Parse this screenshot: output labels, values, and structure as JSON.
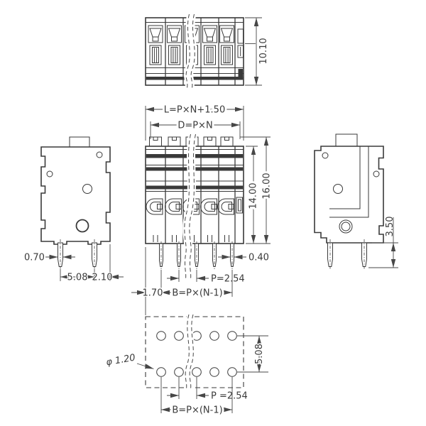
{
  "drawing": {
    "colors": {
      "line": "#3a3a3a",
      "background": "#ffffff"
    },
    "views": {
      "top": {
        "dims": {
          "height": "10.10"
        }
      },
      "front": {
        "dims": {
          "overall_length": "L=P×N+1.50",
          "contact_length": "D=P×N",
          "body_height": "14.00",
          "total_height": "16.00",
          "pin_width": "0.40",
          "pitch": "P=2.54",
          "end_offset": "1.70",
          "pin_span": "B=P×(N-1)"
        }
      },
      "left": {
        "dims": {
          "pin_width": "0.70",
          "pin_spacing": "5.08",
          "edge_offset": "2.10"
        }
      },
      "right": {
        "dims": {
          "pin_length": "3.50"
        }
      },
      "footprint": {
        "dims": {
          "hole_diameter": "φ 1.20",
          "row_spacing": "5.08",
          "pitch": "P =2.54",
          "hole_span": "B=P×(N-1)"
        }
      }
    }
  }
}
